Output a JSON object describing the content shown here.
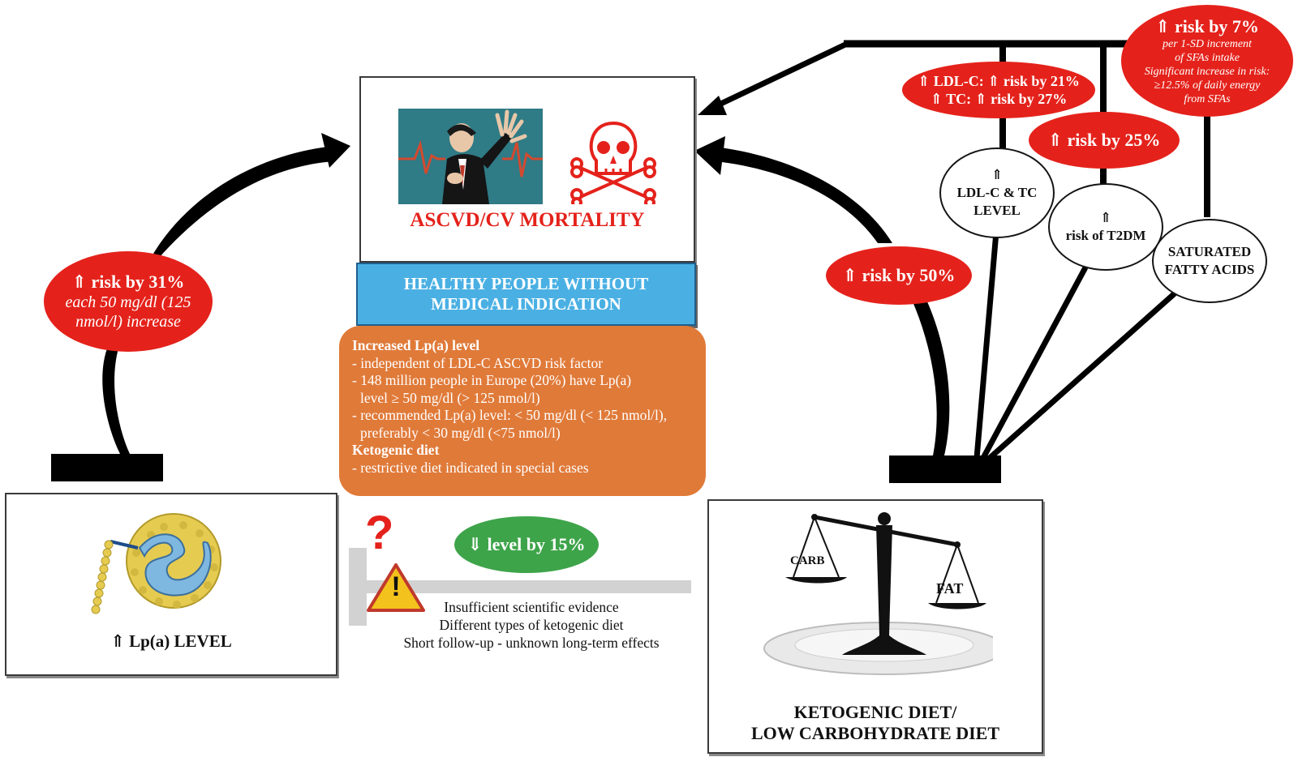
{
  "colors": {
    "risk_red": "#e4221b",
    "green": "#3ea44a",
    "banner_blue": "#4ab0e3",
    "orange": "#e07a39",
    "connector_black": "#000000"
  },
  "center": {
    "mortality_title": "ASCVD/CV MORTALITY",
    "banner_line1": "HEALTHY PEOPLE WITHOUT",
    "banner_line2": "MEDICAL INDICATION",
    "info": {
      "heading1": "Increased Lp(a) level",
      "items1": [
        "- independent of LDL-C ASCVD risk factor",
        "- 148 million people in Europe (20%) have Lp(a)",
        "level ≥ 50 mg/dl (> 125 nmol/l)",
        "- recommended Lp(a) level: < 50 mg/dl (< 125 nmol/l),",
        "preferably < 30 mg/dl (<75 nmol/l)"
      ],
      "heading2": "Ketogenic diet",
      "items2": [
        "- restrictive diet indicated in special cases"
      ]
    }
  },
  "left": {
    "risk_main": "risk by 31%",
    "risk_sub1": "each 50 mg/dl (125",
    "risk_sub2": "nmol/l) increase",
    "lpa_label": "Lp(a) LEVEL"
  },
  "middle_bottom": {
    "green_label": "level by 15%",
    "evidence_lines": [
      "Insufficient scientific evidence",
      "Different types of ketogenic diet",
      "Short follow-up - unknown long-term effects"
    ]
  },
  "right": {
    "risk50": "risk by 50%",
    "ldl_risk1": "LDL-C: ",
    "ldl_risk1b": "risk by 21%",
    "ldl_risk2": "TC: ",
    "ldl_risk2b": "risk by 27%",
    "risk25": "risk by 25%",
    "risk7": "risk by 7%",
    "sfa_note1": "per 1-SD increment",
    "sfa_note2": "of SFAs intake",
    "sfa_note3": "Significant increase in risk:",
    "sfa_note4": "≥12.5% of daily energy",
    "sfa_note5": "from SFAs",
    "ldl_level1": "LDL-C & TC",
    "ldl_level2": "LEVEL",
    "t2dm": "risk of T2DM",
    "sfa1": "SATURATED",
    "sfa2": "FATTY ACIDS",
    "scale_carb": "CARB",
    "scale_fat": "FAT",
    "diet_line1": "KETOGENIC DIET/",
    "diet_line2": "LOW CARBOHYDRATE DIET"
  },
  "icons": {
    "up_arrow": "⇑",
    "down_arrow": "⇓",
    "question": "?",
    "warning": "!"
  }
}
